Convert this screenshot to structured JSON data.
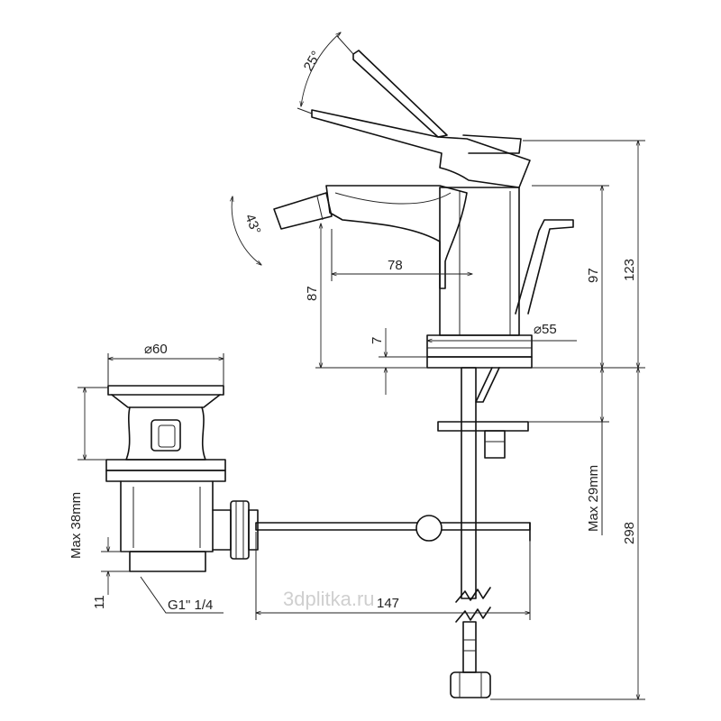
{
  "dimensions": {
    "lever_angle": "25°",
    "spout_angle": "43°",
    "spout_reach": "78",
    "height_to_base_left": "87",
    "height_to_spout": "97",
    "height_to_lever": "123",
    "base_diameter": "⌀55",
    "base_thickness": "7",
    "max_deck": "Max 29mm",
    "overall_height": "298",
    "waste_diameter": "⌀60",
    "waste_max": "Max 38mm",
    "waste_thread_len": "11",
    "waste_thread": "G1\" 1/4",
    "rod_length": "147"
  },
  "watermark": "3dplitka.ru"
}
